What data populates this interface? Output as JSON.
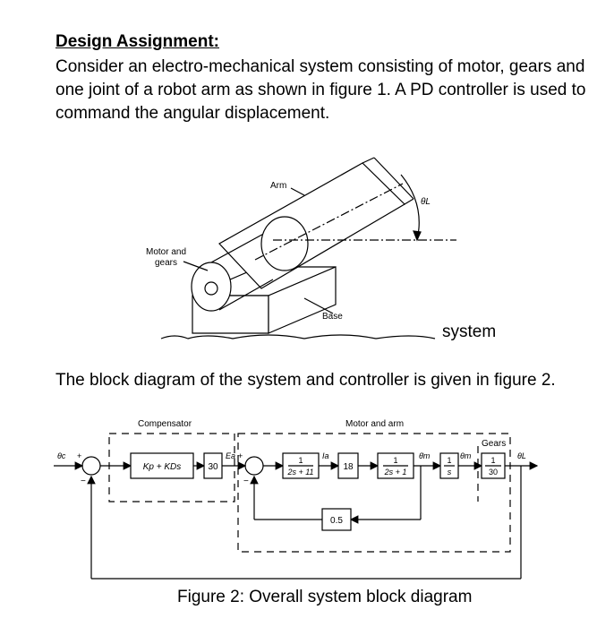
{
  "document": {
    "heading": "Design Assignment:",
    "paragraph1": "Consider an electro-mechanical system consisting of motor, gears and one joint of a robot arm as shown in figure 1. A PD controller is used to command the angular displacement.",
    "figure1": {
      "labels": {
        "arm": "Arm",
        "motor_line1": "Motor and",
        "motor_line2": "gears",
        "base": "Base",
        "theta": "θL"
      },
      "caption_visible": "system"
    },
    "paragraph2": "The block diagram of the system and controller is given in figure 2.",
    "figure2": {
      "compensator_label": "Compensator",
      "motor_arm_label": "Motor and arm",
      "gears_label": "Gears",
      "input_label": "θc",
      "ea_label": "Ea",
      "ia_label": "Ia",
      "omega_label": "θ̇m",
      "thetam_label": "θm",
      "output_label": "θL",
      "plus": "+",
      "minus": "−",
      "blocks": {
        "pd": "Kp + KDs",
        "gain30": "30",
        "elec_num": "1",
        "elec_den": "2s + 11",
        "gain18": "18",
        "mech_num": "1",
        "mech_den": "2s + 1",
        "integ_num": "1",
        "integ_den": "s",
        "gear_num": "1",
        "gear_den": "30",
        "feedback": "0.5"
      },
      "caption": "Figure 2: Overall system block diagram"
    }
  }
}
